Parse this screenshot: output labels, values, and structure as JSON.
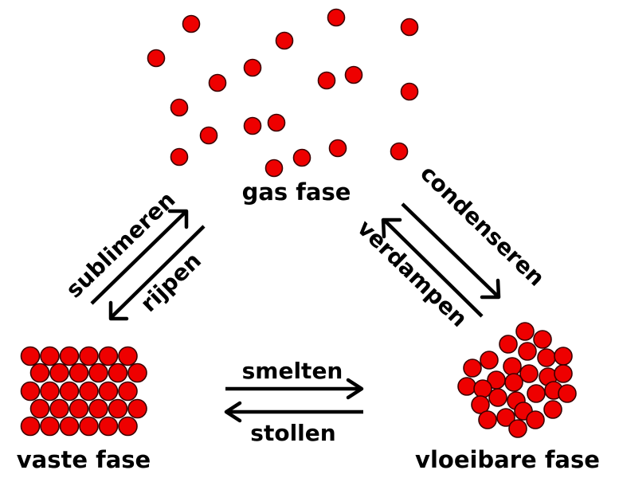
{
  "phases": {
    "gas": "gas fase",
    "solid": "vaste fase",
    "liquid": "vloeibare fase"
  },
  "transitions": {
    "sublimeren": "sublimeren",
    "rijpen": "rijpen",
    "condenseren": "condenseren",
    "verdampen": "verdampen",
    "smelten": "smelten",
    "stollen": "stollen"
  },
  "colors": {
    "particle_fill": "#ee0000",
    "particle_stroke": "#3a0000",
    "ink": "#000000"
  }
}
